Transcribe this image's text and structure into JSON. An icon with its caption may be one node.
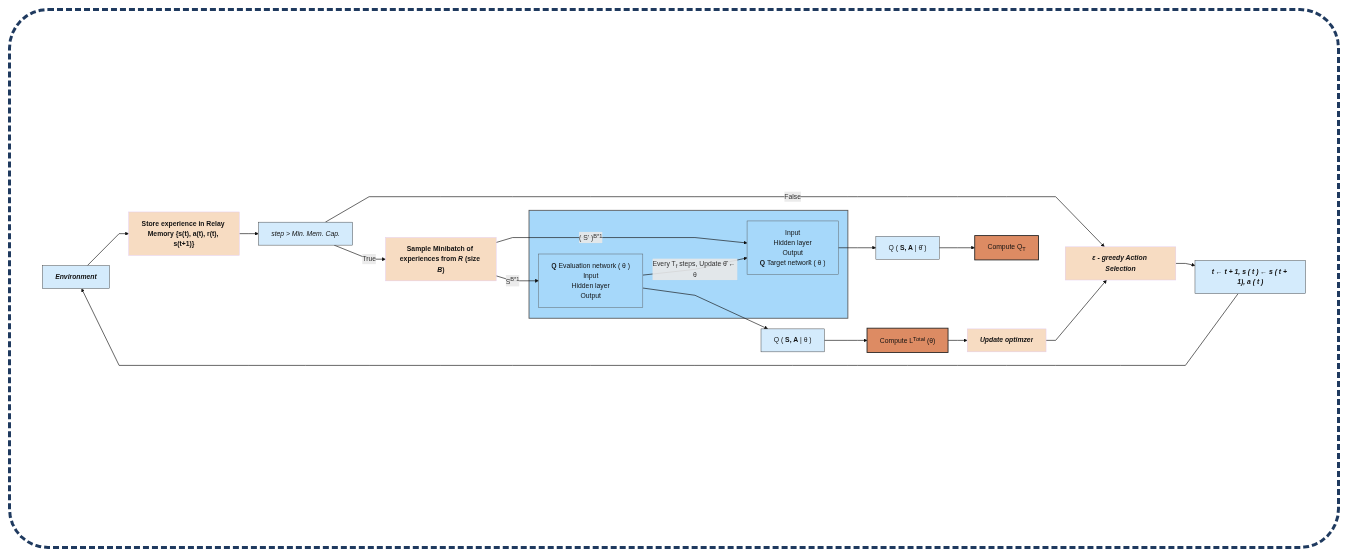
{
  "diagram": {
    "nodes": [
      {
        "text": [
          "Environment"
        ]
      },
      {
        "text": [
          "Store experience in Relay Memory {s(t), a(t), r(t), s(t+1)}"
        ]
      },
      {
        "text": [
          "t ← t + 1, s ( t ) ← s ( t + 1), a ( t )"
        ]
      },
      {
        "text": [
          "step > Min. Mem. Cap."
        ]
      },
      {
        "text": [
          "Sample Minibatch of experiences from *R* (size *B*)"
        ]
      },
      {
        "text": [
          "ε - greedy Action Selection"
        ]
      },
      {
        "text": [
          "Update optimzer"
        ]
      },
      {
        "text": [
          "Compute L$^{Total}$ (θ)"
        ]
      },
      {
        "text": [],
        "shape": "box"
      },
      {
        "text": [
          "**Q** Evaluation network ( θ )",
          "Input",
          "Hidden layer",
          "Output"
        ],
        "in": 8
      },
      {
        "text": [
          "Input",
          "Hidden layer",
          "Output",
          "**Q** Target network̂ ( θ )"
        ],
        "in": 8
      },
      {
        "text": [
          "Q ( **S, A** | θ )"
        ]
      },
      {
        "text": [
          "Q ( **S, A** | θ̂ )"
        ]
      },
      {
        "text": [
          "Compute Q$_{T}$"
        ]
      }
    ],
    "edges": [
      {
        "from": 2,
        "to": 0,
        "arrow": "to"
      },
      {
        "from": 0,
        "to": 1,
        "arrow": "to"
      },
      {
        "from": 1,
        "to": 3,
        "arrow": "to"
      },
      {
        "from": 3,
        "to": 4,
        "arrow": "to",
        "label": "True"
      },
      {
        "from": 3,
        "to": 5,
        "arrow": "to",
        "label": "False"
      },
      {
        "from": 5,
        "to": 2,
        "arrow": "to"
      },
      {
        "from": 6,
        "to": 5,
        "arrow": "to"
      },
      {
        "from": 7,
        "to": 6,
        "arrow": "to"
      },
      {
        "from": 4,
        "to": 9,
        "arrow": "to",
        "label": "S$^{B*1}$"
      },
      {
        "from": 4,
        "to": 10,
        "arrow": "to",
        "label": "( S' )$^{B*1}$"
      },
      {
        "from": 9,
        "to": 10,
        "arrow": "to",
        "label": "Every T$_{f}$ steps, Update θ̂ ← θ"
      },
      {
        "from": 9,
        "to": 11,
        "arrow": "to"
      },
      {
        "from": 10,
        "to": 12,
        "arrow": "to"
      },
      {
        "from": 12,
        "to": 13,
        "arrow": "to"
      },
      {
        "from": 11,
        "to": 7,
        "arrow": "to"
      }
    ]
  }
}
